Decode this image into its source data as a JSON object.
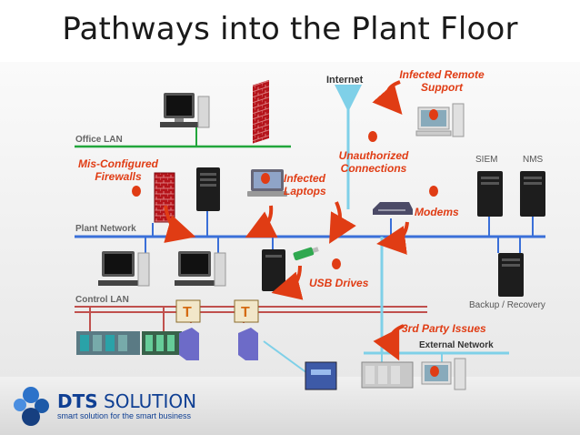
{
  "title": "Pathways into the Plant Floor",
  "networks": {
    "office_lan": "Office LAN",
    "plant_network": "Plant Network",
    "control_lan": "Control LAN",
    "external_network": "External Network",
    "internet": "Internet"
  },
  "threats": {
    "remote_support": "Infected Remote Support",
    "firewalls": "Mis-Configured Firewalls",
    "laptops": "Infected Laptops",
    "unauthorized": "Unauthorized Connections",
    "modems": "Modems",
    "usb": "USB Drives",
    "third_party": "3rd Party Issues"
  },
  "servers": {
    "siem": "SIEM",
    "nms": "NMS",
    "backup": "Backup / Recovery"
  },
  "brand": {
    "name_bold": "DTS",
    "name_rest": " SOLUTION",
    "tagline": "smart solution for the smart business"
  },
  "colors": {
    "threat": "#e03c14",
    "plant_network": "#3a6fd8",
    "office_lan": "#22a63c",
    "control_lan": "#c0504d",
    "internet": "#7fd0e8",
    "brand": "#0f3f93"
  }
}
